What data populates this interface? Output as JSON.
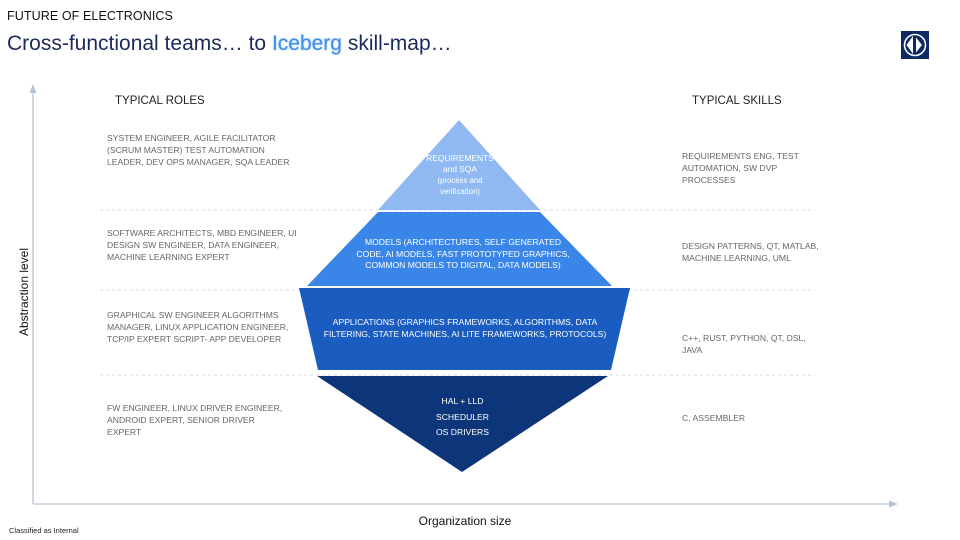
{
  "header": {
    "small_label": "FUTURE OF ELECTRONICS",
    "title_before": "Cross-functional teams… to ",
    "title_highlight": "Iceberg",
    "title_after": " skill-map…"
  },
  "logo": {
    "icon": "electrolux-logo-icon",
    "color": "#0b2a66"
  },
  "columns": {
    "roles_header": "TYPICAL ROLES",
    "skills_header": "TYPICAL SKILLS"
  },
  "tiers": [
    {
      "role_text": "SYSTEM ENGINEER, AGILE FACILITATOR (SCRUM MASTER) TEST AUTOMATION LEADER, DEV OPS MANAGER, SQA LEADER",
      "shape_line1": "REQUIREMENTS",
      "shape_line2": "and SQA",
      "shape_line3": "(process and",
      "shape_line4": "verification)",
      "skill_text": "REQUIREMENTS ENG, TEST AUTOMATION, SW DVP PROCESSES",
      "color": "#8fb9f0"
    },
    {
      "role_text": "SOFTWARE ARCHITECTS, MBD ENGINEER, UI DESIGN SW ENGINEER, DATA ENGINEER, MACHINE LEARNING EXPERT",
      "shape_line1": "MODELS (ARCHITECTURES, SELF GENERATED",
      "shape_line2": "CODE, AI MODELS, FAST PROTOTYPED GRAPHICS,",
      "shape_line3": "COMMON MODELS TO DIGITAL, DATA MODELS)",
      "skill_text": "DESIGN PATTERNS, QT, MATLAB, MACHINE LEARNING, UML",
      "color": "#3a86e8"
    },
    {
      "role_text": "GRAPHICAL SW ENGINEER ALGORITHMS MANAGER, LINUX APPLICATION ENGINEER,  TCP/IP EXPERT SCRIPT- APP DEVELOPER",
      "shape_line1": "APPLICATIONS (GRAPHICS FRAMEWORKS, ALGORITHMS,  DATA",
      "shape_line2": "FILTERING, STATE MACHINES, AI LITE FRAMEWORKS, PROTOCOLS)",
      "skill_text": "C++, RUST, PYTHON, QT, DSL, JAVA",
      "color": "#1a5cc0"
    },
    {
      "role_text": "FW ENGINEER, LINUX DRIVER ENGINEER,  ANDROID EXPERT, SENIOR DRIVER EXPERT",
      "shape_line1": "HAL + LLD",
      "shape_line2": "SCHEDULER",
      "shape_line3": "OS DRIVERS",
      "skill_text": "C, ASSEMBLER",
      "color": "#0d3579"
    }
  ],
  "axes": {
    "y_label": "Abstraction level",
    "x_label": "Organization size"
  },
  "footer": {
    "classification": "Classified as Internal"
  }
}
